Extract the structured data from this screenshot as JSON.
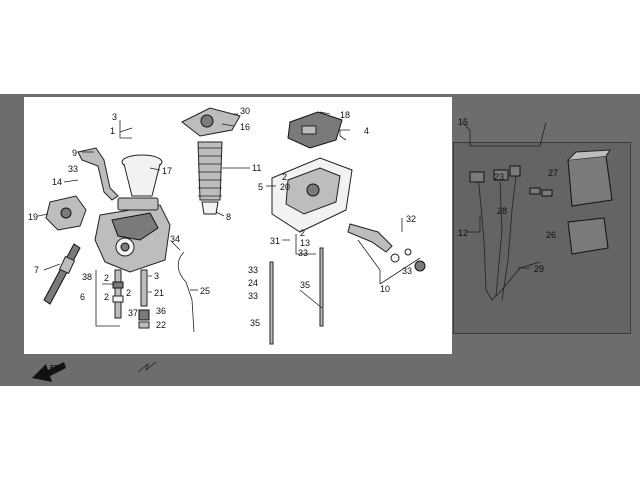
{
  "callouts": {
    "c1": "1",
    "c2a": "2",
    "c2b": "2",
    "c2c": "2",
    "c2d": "2",
    "c2e": "2",
    "c3a": "3",
    "c3b": "3",
    "c4": "4",
    "c5": "5",
    "c6": "6",
    "c7": "7",
    "c8": "8",
    "c9": "9",
    "c10": "10",
    "c11": "11",
    "c12": "12",
    "c13": "13",
    "c14": "14",
    "c15": "15",
    "c16": "16",
    "c17": "17",
    "c18": "18",
    "c19": "19",
    "c20": "20",
    "c21": "21",
    "c22": "22",
    "c23": "23",
    "c24": "24",
    "c25": "25",
    "c26": "26",
    "c27": "27",
    "c28": "28",
    "c29": "29",
    "c30": "30",
    "c31": "31",
    "c32": "32",
    "c33a": "33",
    "c33b": "33",
    "c33c": "33",
    "c33d": "33",
    "c33e": "33",
    "c34": "34",
    "c35a": "35",
    "c35b": "35",
    "c36": "36",
    "c37": "37",
    "c38": "38"
  },
  "front_marker": "FR.",
  "colors": {
    "band": "#6d6d6d",
    "sub_panel": "#646464",
    "paper": "#ffffff"
  }
}
